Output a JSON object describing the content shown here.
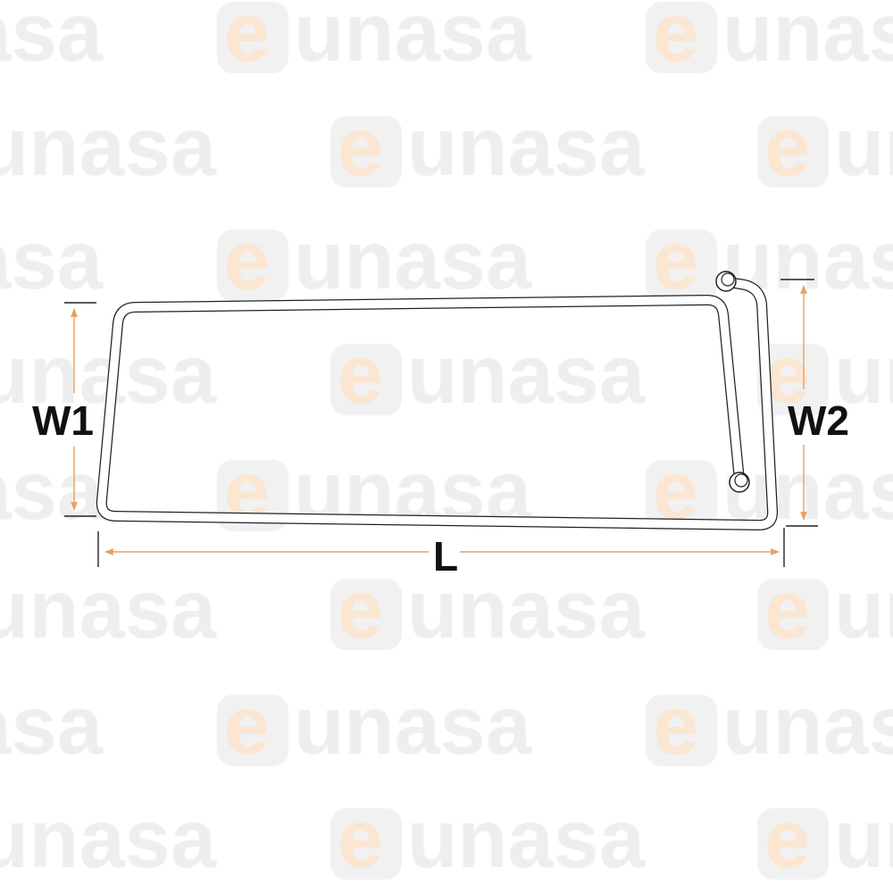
{
  "watermark": {
    "e": "e",
    "text": "unasa",
    "colors": {
      "e": "#fbe6d2",
      "text": "#eeeeee"
    }
  },
  "labels": {
    "w1": "W1",
    "w2": "W2",
    "l": "L"
  },
  "colors": {
    "dimension": "#e8a060",
    "wire": "#222222"
  }
}
